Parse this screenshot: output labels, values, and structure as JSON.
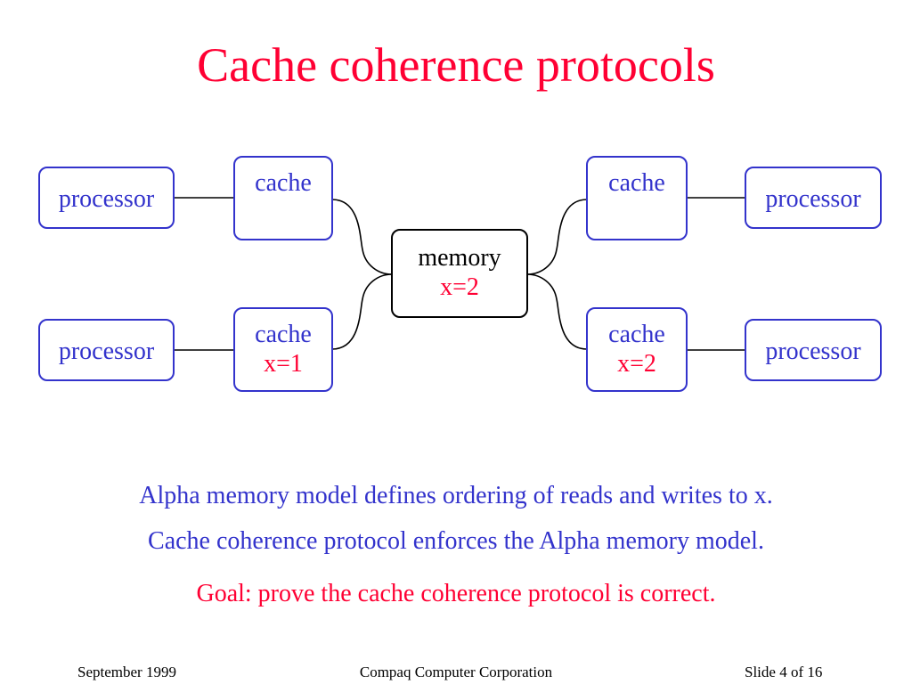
{
  "title": "Cache coherence protocols",
  "diagram": {
    "memory": {
      "label": "memory",
      "value": "x=2"
    },
    "caches": [
      {
        "label": "cache",
        "value": ""
      },
      {
        "label": "cache",
        "value": "x=1"
      },
      {
        "label": "cache",
        "value": ""
      },
      {
        "label": "cache",
        "value": "x=2"
      }
    ],
    "processors": [
      {
        "label": "processor"
      },
      {
        "label": "processor"
      },
      {
        "label": "processor"
      },
      {
        "label": "processor"
      }
    ]
  },
  "body": {
    "line1": "Alpha memory model defines ordering of reads and writes to x.",
    "line2": "Cache coherence protocol enforces the Alpha memory model.",
    "goal": "Goal: prove the cache coherence protocol is correct."
  },
  "footer": {
    "date": "September 1999",
    "organization": "Compaq Computer Corporation",
    "slide": "Slide 4 of 16"
  },
  "colors": {
    "title": "#ff0033",
    "box_border": "#3333cc",
    "text_blue": "#3333cc",
    "text_red": "#ff0033"
  }
}
